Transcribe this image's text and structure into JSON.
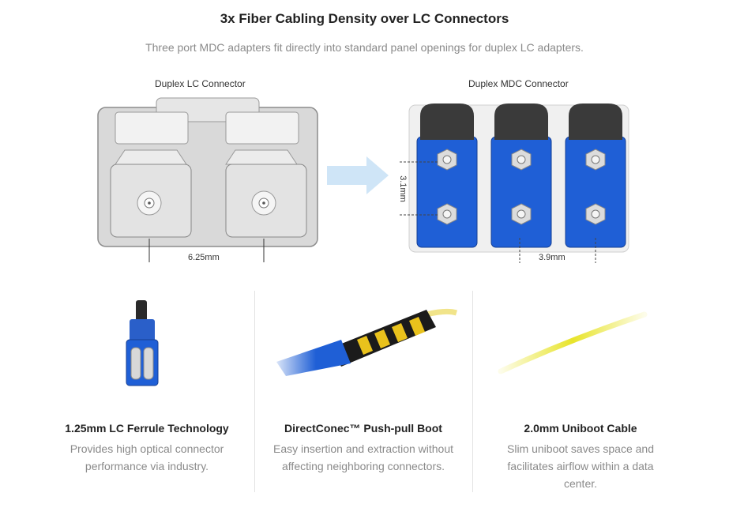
{
  "header": {
    "title": "3x Fiber Cabling Density over LC Connectors",
    "subtitle": "Three port MDC adapters fit directly into standard panel openings for duplex LC adapters."
  },
  "lc": {
    "caption": "Duplex LC Connector",
    "spacing": "6.25mm"
  },
  "mdc": {
    "caption": "Duplex MDC Connector",
    "vertical_spacing": "3.1mm",
    "horizontal_spacing": "3.9mm"
  },
  "features": [
    {
      "title": "1.25mm LC Ferrule Technology",
      "description": "Provides high optical connector performance via industry."
    },
    {
      "title": "DirectConec™ Push-pull Boot",
      "description": "Easy insertion and extraction without affecting neighboring connectors."
    },
    {
      "title": "2.0mm Uniboot Cable",
      "description": "Slim uniboot saves space and facilitates airflow within a data center."
    }
  ],
  "colors": {
    "connector_blue": "#1f5fd6",
    "cable_yellow": "#e8e42a",
    "arrow": "#cfe5f7"
  }
}
